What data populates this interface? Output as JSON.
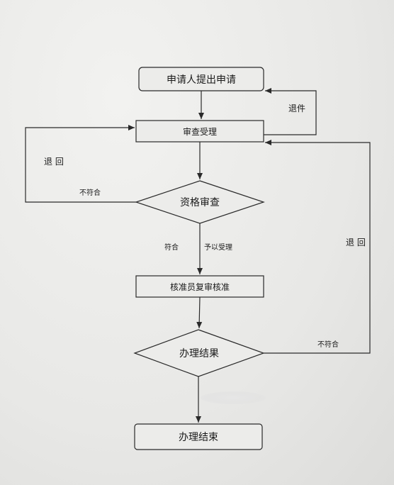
{
  "nodes": {
    "apply": "申请人提出申请",
    "review_accept": "审查受理",
    "qualification": "资格审查",
    "approver": "核准员复审核准",
    "result": "办理结果",
    "end": "办理结束"
  },
  "edge_labels": {
    "return_doc": "退件",
    "return_left": "退 回",
    "not_match_left": "不符合",
    "match": "符合",
    "accept": "予以受理",
    "return_right": "退 回",
    "not_match_right": "不符合"
  },
  "colors": {
    "line": "#2a2a2a",
    "text": "#1a1a1a",
    "box_fill": "#ececea"
  }
}
